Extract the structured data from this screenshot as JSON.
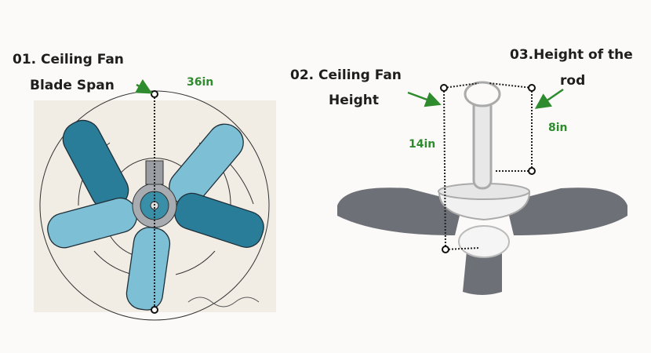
{
  "labels": {
    "blade_span_line1": "01. Ceiling Fan",
    "blade_span_line2": "Blade Span",
    "fan_height_line1": "02. Ceiling Fan",
    "fan_height_line2": "Height",
    "rod_height_line1": "03.Height of the",
    "rod_height_line2": "rod"
  },
  "measurements": {
    "blade_span": "36in",
    "fan_height": "14in",
    "rod_height": "8in"
  },
  "colors": {
    "accent_green": "#2e8b2e",
    "blade_teal": "#2a7d98",
    "blade_light": "#7dbfd4",
    "fan_gray": "#6e7077"
  }
}
